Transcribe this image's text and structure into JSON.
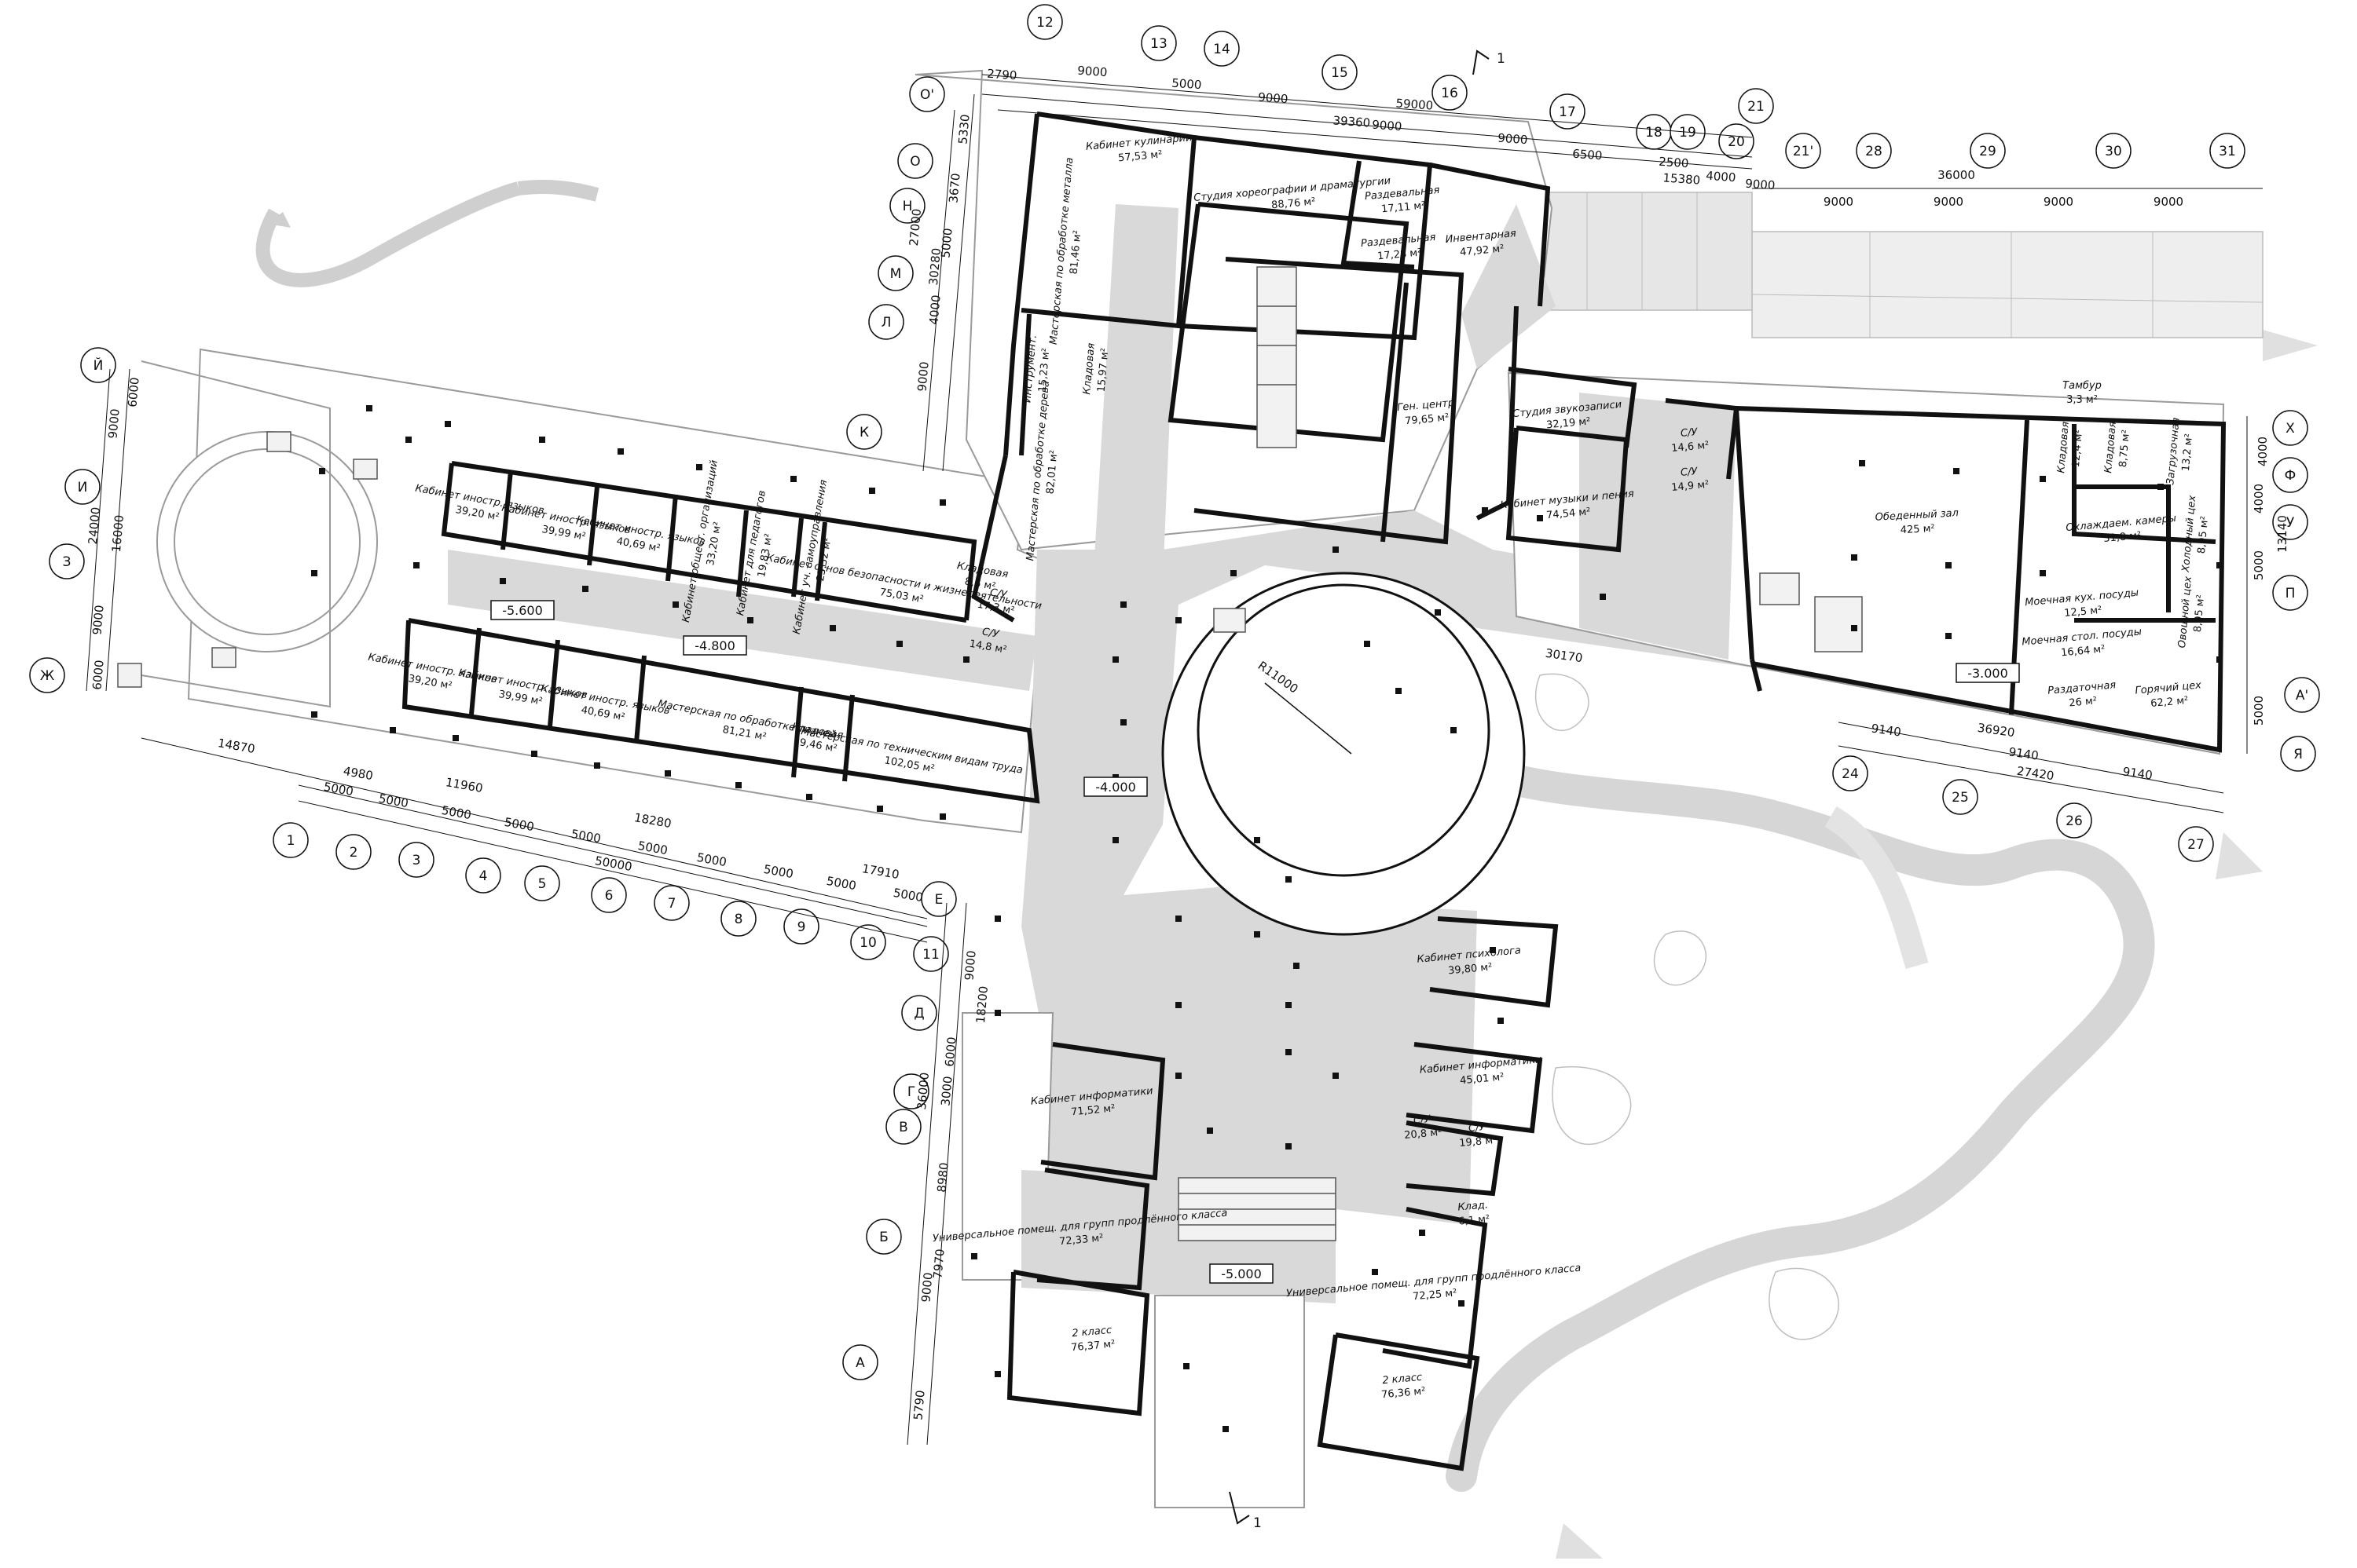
{
  "section_mark": "1",
  "radius_label": "R11000",
  "levels": [
    "-5.600",
    "-4.800",
    "-4.000",
    "-3.000",
    "-5.000"
  ],
  "axes_top": [
    "12",
    "13",
    "14",
    "15",
    "16",
    "17",
    "18",
    "19",
    "20",
    "21",
    "21'",
    "28",
    "29",
    "30",
    "31"
  ],
  "axes_bottom_left": [
    "1",
    "2",
    "3",
    "4",
    "5",
    "6",
    "7",
    "8",
    "9",
    "10",
    "11"
  ],
  "axes_bottom_right": [
    "24",
    "25",
    "26",
    "27"
  ],
  "axes_rows_top": [
    "О'",
    "О",
    "Н",
    "М",
    "Л",
    "К"
  ],
  "axes_rows_left": [
    "Й",
    "И",
    "З",
    "Ж"
  ],
  "axes_rows_bottom": [
    "Е",
    "Д",
    "Г",
    "В",
    "Б",
    "А"
  ],
  "axes_rows_right": [
    "Х",
    "Ф",
    "У",
    "П",
    "А'",
    "Я"
  ],
  "dims_top": [
    "2790",
    "9000",
    "5000",
    "9000",
    "39360",
    "59000",
    "9000",
    "9000",
    "6500",
    "2500",
    "15380",
    "4000",
    "9000",
    "36000",
    "9000",
    "9000",
    "9000",
    "9000"
  ],
  "dims_top_left": [
    "5330",
    "3670",
    "27000",
    "5000",
    "30280",
    "4000",
    "9000"
  ],
  "dims_left": [
    "6000",
    "9000",
    "24000",
    "16000",
    "9000",
    "6000"
  ],
  "dims_bottom_left": [
    "14870",
    "4980",
    "5000",
    "5000",
    "11960",
    "5000",
    "5000",
    "18280",
    "5000",
    "5000",
    "50000",
    "5000",
    "5000",
    "17910",
    "5000",
    "5000"
  ],
  "dims_south": [
    "9000",
    "18200",
    "6000",
    "3000",
    "36000",
    "8980",
    "9000",
    "7970",
    "5790"
  ],
  "dims_east": [
    "30170",
    "9140",
    "36920",
    "9140",
    "27420",
    "9140",
    "4000",
    "4000",
    "13140",
    "5000",
    "5000"
  ],
  "rooms": {
    "culinary": {
      "name": "Кабинет кулинарии",
      "area": "57,53 м²"
    },
    "choreo": {
      "name": "Студия хореографии и драматургии",
      "area": "88,76 м²"
    },
    "changing1": {
      "name": "Раздевальная",
      "area": "17,11 м²"
    },
    "changing2": {
      "name": "Раздевальная",
      "area": "17,28 м²"
    },
    "inventory": {
      "name": "Инвентарная",
      "area": "47,92 м²"
    },
    "metal": {
      "name": "Мастерская по обработке металла",
      "area": "81,46 м²"
    },
    "instr": {
      "name": "Инструмент.",
      "area": "15,23 м²"
    },
    "storage1": {
      "name": "Кладовая",
      "area": "15,97 м²"
    },
    "wood": {
      "name": "Мастерская по обработке дерева",
      "area": "82,01 м²"
    },
    "gym": {
      "name": "Ген. центр",
      "area": "79,65 м²"
    },
    "sound": {
      "name": "Студия звукозаписи",
      "area": "32,19 м²"
    },
    "music": {
      "name": "Кабинет музыки и пения",
      "area": "74,54 м²"
    },
    "wc_ne1": {
      "name": "С/У",
      "area": "14,6 м²"
    },
    "wc_ne2": {
      "name": "С/У",
      "area": "14,9 м²"
    },
    "dining": {
      "name": "Обеденный зал",
      "area": "425 м²"
    },
    "tambour": {
      "name": "Тамбур",
      "area": "3,3 м²"
    },
    "k_pantry1": {
      "name": "Кладовая",
      "area": "12,4 м²"
    },
    "k_pantry2": {
      "name": "Кладовая",
      "area": "8,75 м²"
    },
    "k_pantry3": {
      "name": "Загрузочная",
      "area": "13,2 м²"
    },
    "cold": {
      "name": "Охлаждаем. камеры",
      "area": "31,8 м²"
    },
    "cold2": {
      "name": "Холодный цех",
      "area": "8,95 м²"
    },
    "wash1": {
      "name": "Моечная кух. посуды",
      "area": "12,5 м²"
    },
    "wash2": {
      "name": "Моечная стол. посуды",
      "area": "16,64 м²"
    },
    "veg": {
      "name": "Овощной цех",
      "area": "8,95 м²"
    },
    "distrib": {
      "name": "Раздаточная",
      "area": "26 м²"
    },
    "hot": {
      "name": "Горячий цех",
      "area": "62,2 м²"
    },
    "lang1": {
      "name": "Кабинет иностр. языков",
      "area": "39,20 м²"
    },
    "lang2": {
      "name": "Кабинет иностр. языков",
      "area": "39,99 м²"
    },
    "lang3": {
      "name": "Кабинет иностр. языков",
      "area": "40,69 м²"
    },
    "social": {
      "name": "Кабинет общест. организаций",
      "area": "33,20 м²"
    },
    "teachers": {
      "name": "Кабинет для педагогов",
      "area": "19,83 м²"
    },
    "selfgov": {
      "name": "Кабинет уч. самоуправления",
      "area": "25,52 м²"
    },
    "obzh": {
      "name": "Кабинет основ безопасности и жизнедеятельности",
      "area": "75,03 м²"
    },
    "storage2": {
      "name": "Кладовая",
      "area": "8,6 м²"
    },
    "wc_c1": {
      "name": "С/У",
      "area": "17,3 м²"
    },
    "wc_c2": {
      "name": "С/У",
      "area": "14,8 м²"
    },
    "lang4": {
      "name": "Кабинет иностр. языков",
      "area": "39,20 м²"
    },
    "lang5": {
      "name": "Кабинет иностр. языков",
      "area": "39,99 м²"
    },
    "lang6": {
      "name": "Кабинет иностр. языков",
      "area": "40,69 м²"
    },
    "textile": {
      "name": "Мастерская по обработке тканей",
      "area": "81,21 м²"
    },
    "storage3": {
      "name": "Кладовая",
      "area": "19,46 м²"
    },
    "tech": {
      "name": "Мастерская по техническим видам труда",
      "area": "102,05 м²"
    },
    "psych": {
      "name": "Кабинет психолога",
      "area": "39,80 м²"
    },
    "it1": {
      "name": "Кабинет информатики",
      "area": "71,52 м²"
    },
    "it2": {
      "name": "Кабинет информатики",
      "area": "45,01 м²"
    },
    "wc_s1": {
      "name": "С/У",
      "area": "20,8 м²"
    },
    "wc_s2": {
      "name": "С/У",
      "area": "19,8 м²"
    },
    "storage4": {
      "name": "Клад.",
      "area": "6,1 м²"
    },
    "univ1": {
      "name": "Универсальное помещ. для групп продлённого класса",
      "area": "72,33 м²"
    },
    "univ2": {
      "name": "Универсальное помещ. для групп продлённого класса",
      "area": "72,25 м²"
    },
    "class1": {
      "name": "2 класс",
      "area": "76,37 м²"
    },
    "class2": {
      "name": "2 класс",
      "area": "76,36 м²"
    }
  },
  "colors": {
    "wall": "#111111",
    "corridor": "#d9d9d9",
    "outline": "#9a9a9a",
    "landscape": "#eeeeee"
  }
}
